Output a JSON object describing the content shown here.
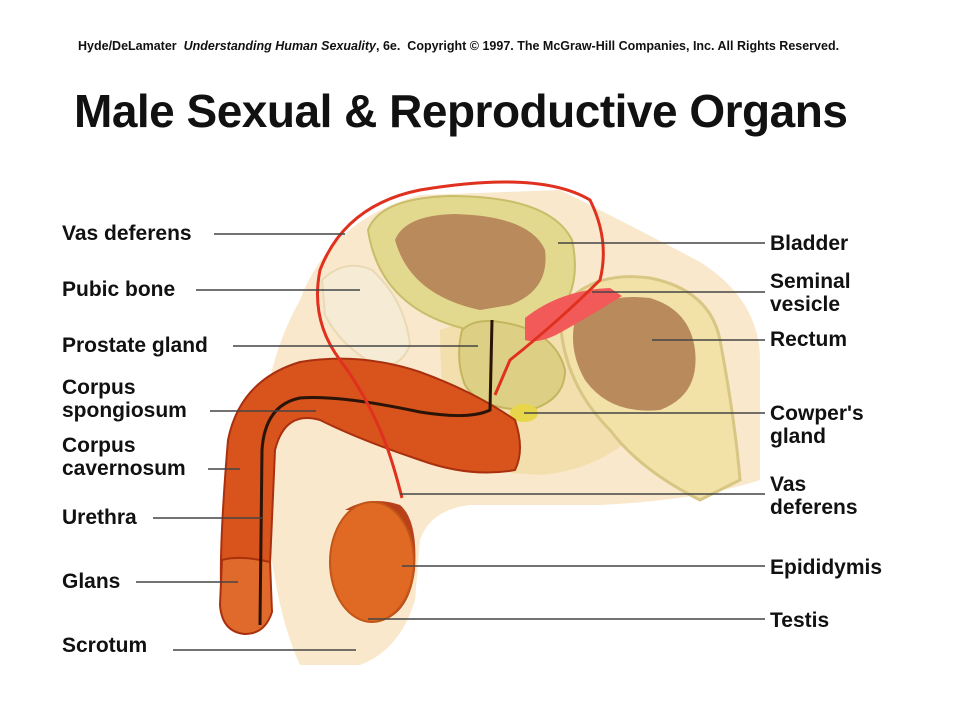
{
  "credit": {
    "authors": "Hyde/DeLamater",
    "book": "Understanding Human Sexuality",
    "edition": ", 6e.",
    "copyright": "Copyright © 1997. The McGraw-Hill Companies, Inc. All Rights Reserved."
  },
  "title": "Male Sexual & Reproductive Organs",
  "colors": {
    "skin": "#fae8cc",
    "tissue": "#f3dfae",
    "spongy": "#d9531c",
    "spongy_dark": "#a9300f",
    "vessel": "#e0301e",
    "seminal": "#f25a5a",
    "bladder_wall": "#e2d88e",
    "bladder_inner": "#b88a5c",
    "testis": "#e06a24",
    "leader": "#444444"
  },
  "labels_left": {
    "vas_deferens": "Vas deferens",
    "pubic_bone": "Pubic bone",
    "prostate_gland": "Prostate gland",
    "corpus_spongiosum_1": "Corpus",
    "corpus_spongiosum_2": "spongiosum",
    "corpus_cavernosum_1": "Corpus",
    "corpus_cavernosum_2": "cavernosum",
    "urethra": "Urethra",
    "glans": "Glans",
    "scrotum": "Scrotum"
  },
  "labels_right": {
    "bladder": "Bladder",
    "seminal_vesicle_1": "Seminal",
    "seminal_vesicle_2": "vesicle",
    "rectum": "Rectum",
    "cowpers_gland_1": "Cowper's",
    "cowpers_gland_2": "gland",
    "vas_deferens_1": "Vas",
    "vas_deferens_2": "deferens",
    "epididymis": "Epididymis",
    "testis": "Testis"
  }
}
